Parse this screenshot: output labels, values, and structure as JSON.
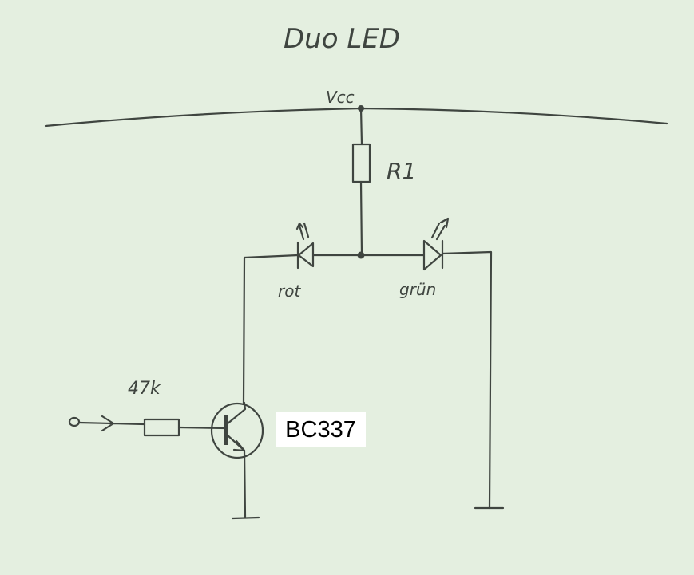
{
  "title": "Duo LED",
  "supply_label": "Vcc",
  "resistor_r1_label": "R1",
  "led_left_label": "rot",
  "led_right_label": "grün",
  "base_resistor_label": "47k",
  "transistor_label": "BC337",
  "colors": {
    "paper": "#e4efe0",
    "ink": "#3f4540"
  }
}
